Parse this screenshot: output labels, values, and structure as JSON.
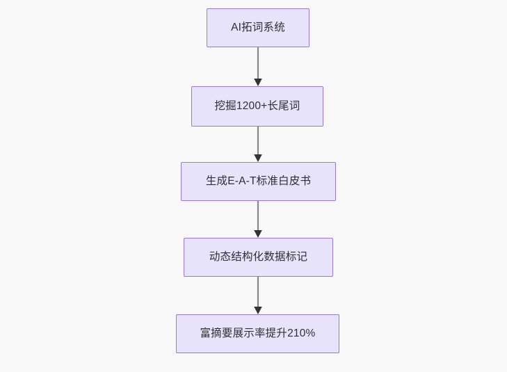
{
  "diagram": {
    "type": "flowchart",
    "direction": "top-to-bottom",
    "title_text": "",
    "background_color": "#f8f8f8",
    "node_fill_color": "#e7e3fb",
    "node_border_color": "#9a78d1",
    "node_text_color": "#2f2f33",
    "connector_color": "#8a8a8a",
    "arrowhead_color": "#333333",
    "nodes": [
      {
        "id": "n0",
        "label": "AI拓词系统"
      },
      {
        "id": "n1",
        "label": "挖掘1200+长尾词"
      },
      {
        "id": "n2",
        "label": "生成E-A-T标准白皮书"
      },
      {
        "id": "n3",
        "label": "动态结构化数据标记"
      },
      {
        "id": "n4",
        "label": "富摘要展示率提升210%"
      }
    ],
    "edges": [
      {
        "from": "n0",
        "to": "n1",
        "label": ""
      },
      {
        "from": "n1",
        "to": "n2",
        "label": ""
      },
      {
        "from": "n2",
        "to": "n3",
        "label": ""
      },
      {
        "from": "n3",
        "to": "n4",
        "label": ""
      }
    ]
  }
}
